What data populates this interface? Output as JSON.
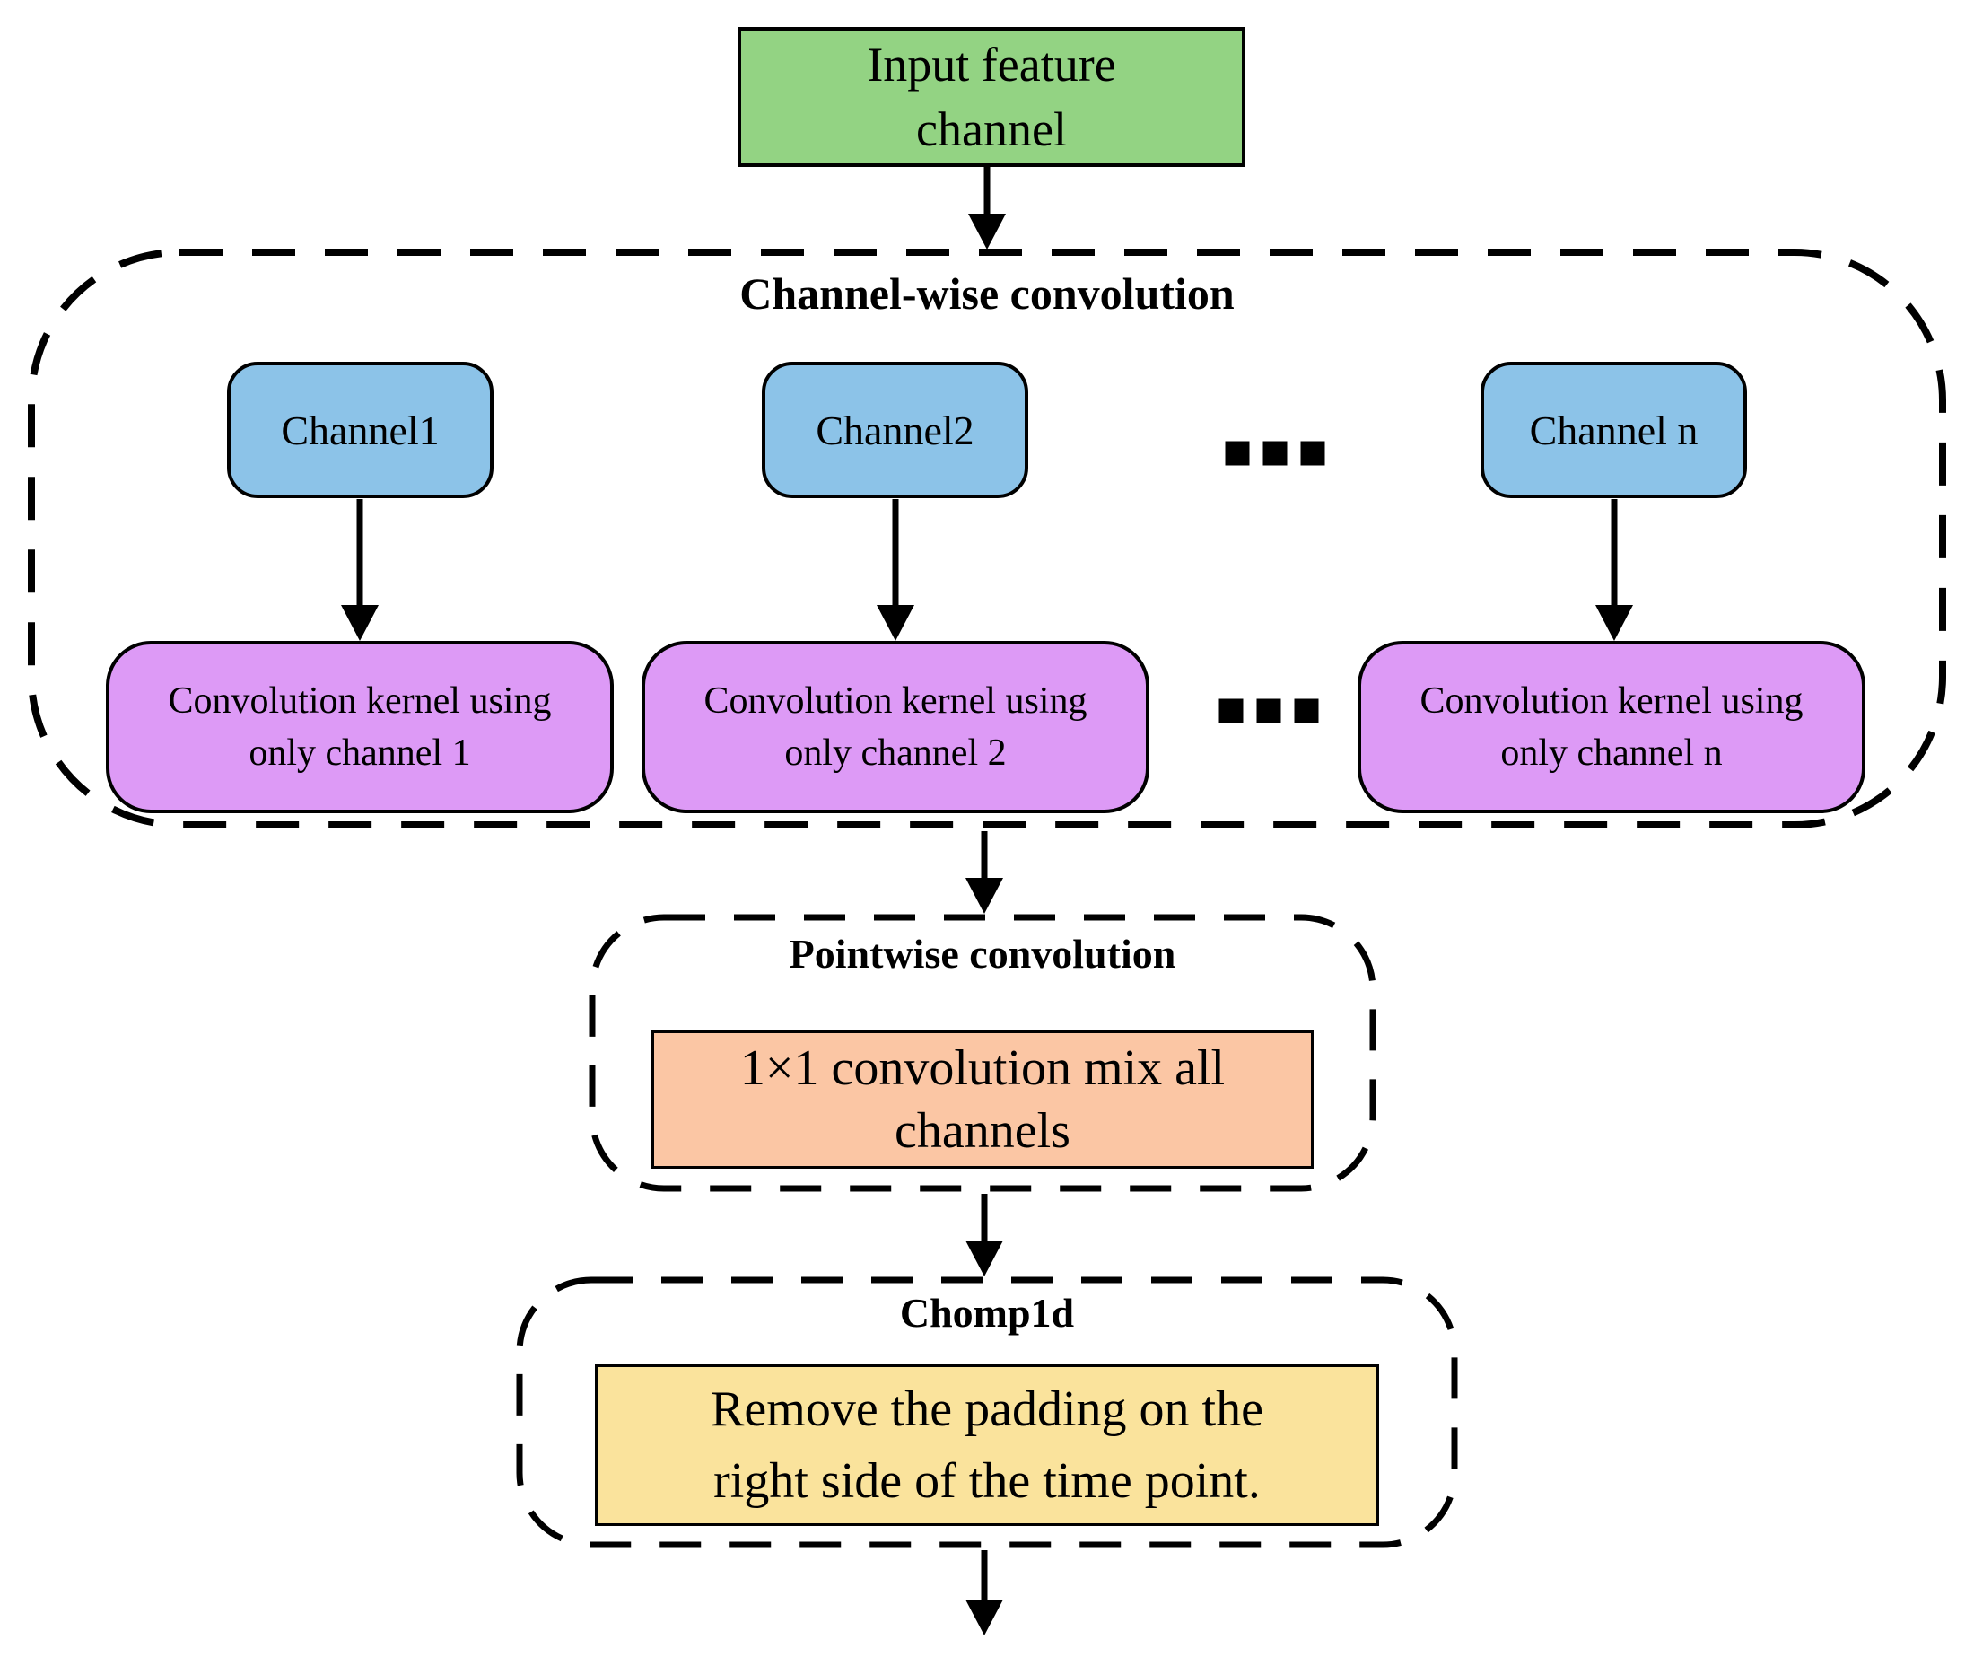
{
  "input_box": {
    "line1": "Input feature",
    "line2": "channel",
    "fill": "#93D383"
  },
  "channelwise": {
    "title": "Channel-wise convolution",
    "channel_fill": "#8CC3E8",
    "kernel_fill": "#DD9AF6",
    "channels": [
      "Channel1",
      "Channel2",
      "Channel n"
    ],
    "ellipsis": "...",
    "kernels": [
      {
        "line1": "Convolution kernel using",
        "line2": "only channel 1"
      },
      {
        "line1": "Convolution kernel using",
        "line2": "only channel 2"
      },
      {
        "line1": "Convolution kernel using",
        "line2": "only channel n"
      }
    ]
  },
  "pointwise": {
    "title": "Pointwise convolution",
    "box_line1": "1×1 convolution mix all",
    "box_line2": "channels",
    "fill": "#FBC6A4"
  },
  "chomp": {
    "title": "Chomp1d",
    "box_line1": "Remove the padding on the",
    "box_line2": "right side of the time point.",
    "fill": "#FAE39C"
  }
}
